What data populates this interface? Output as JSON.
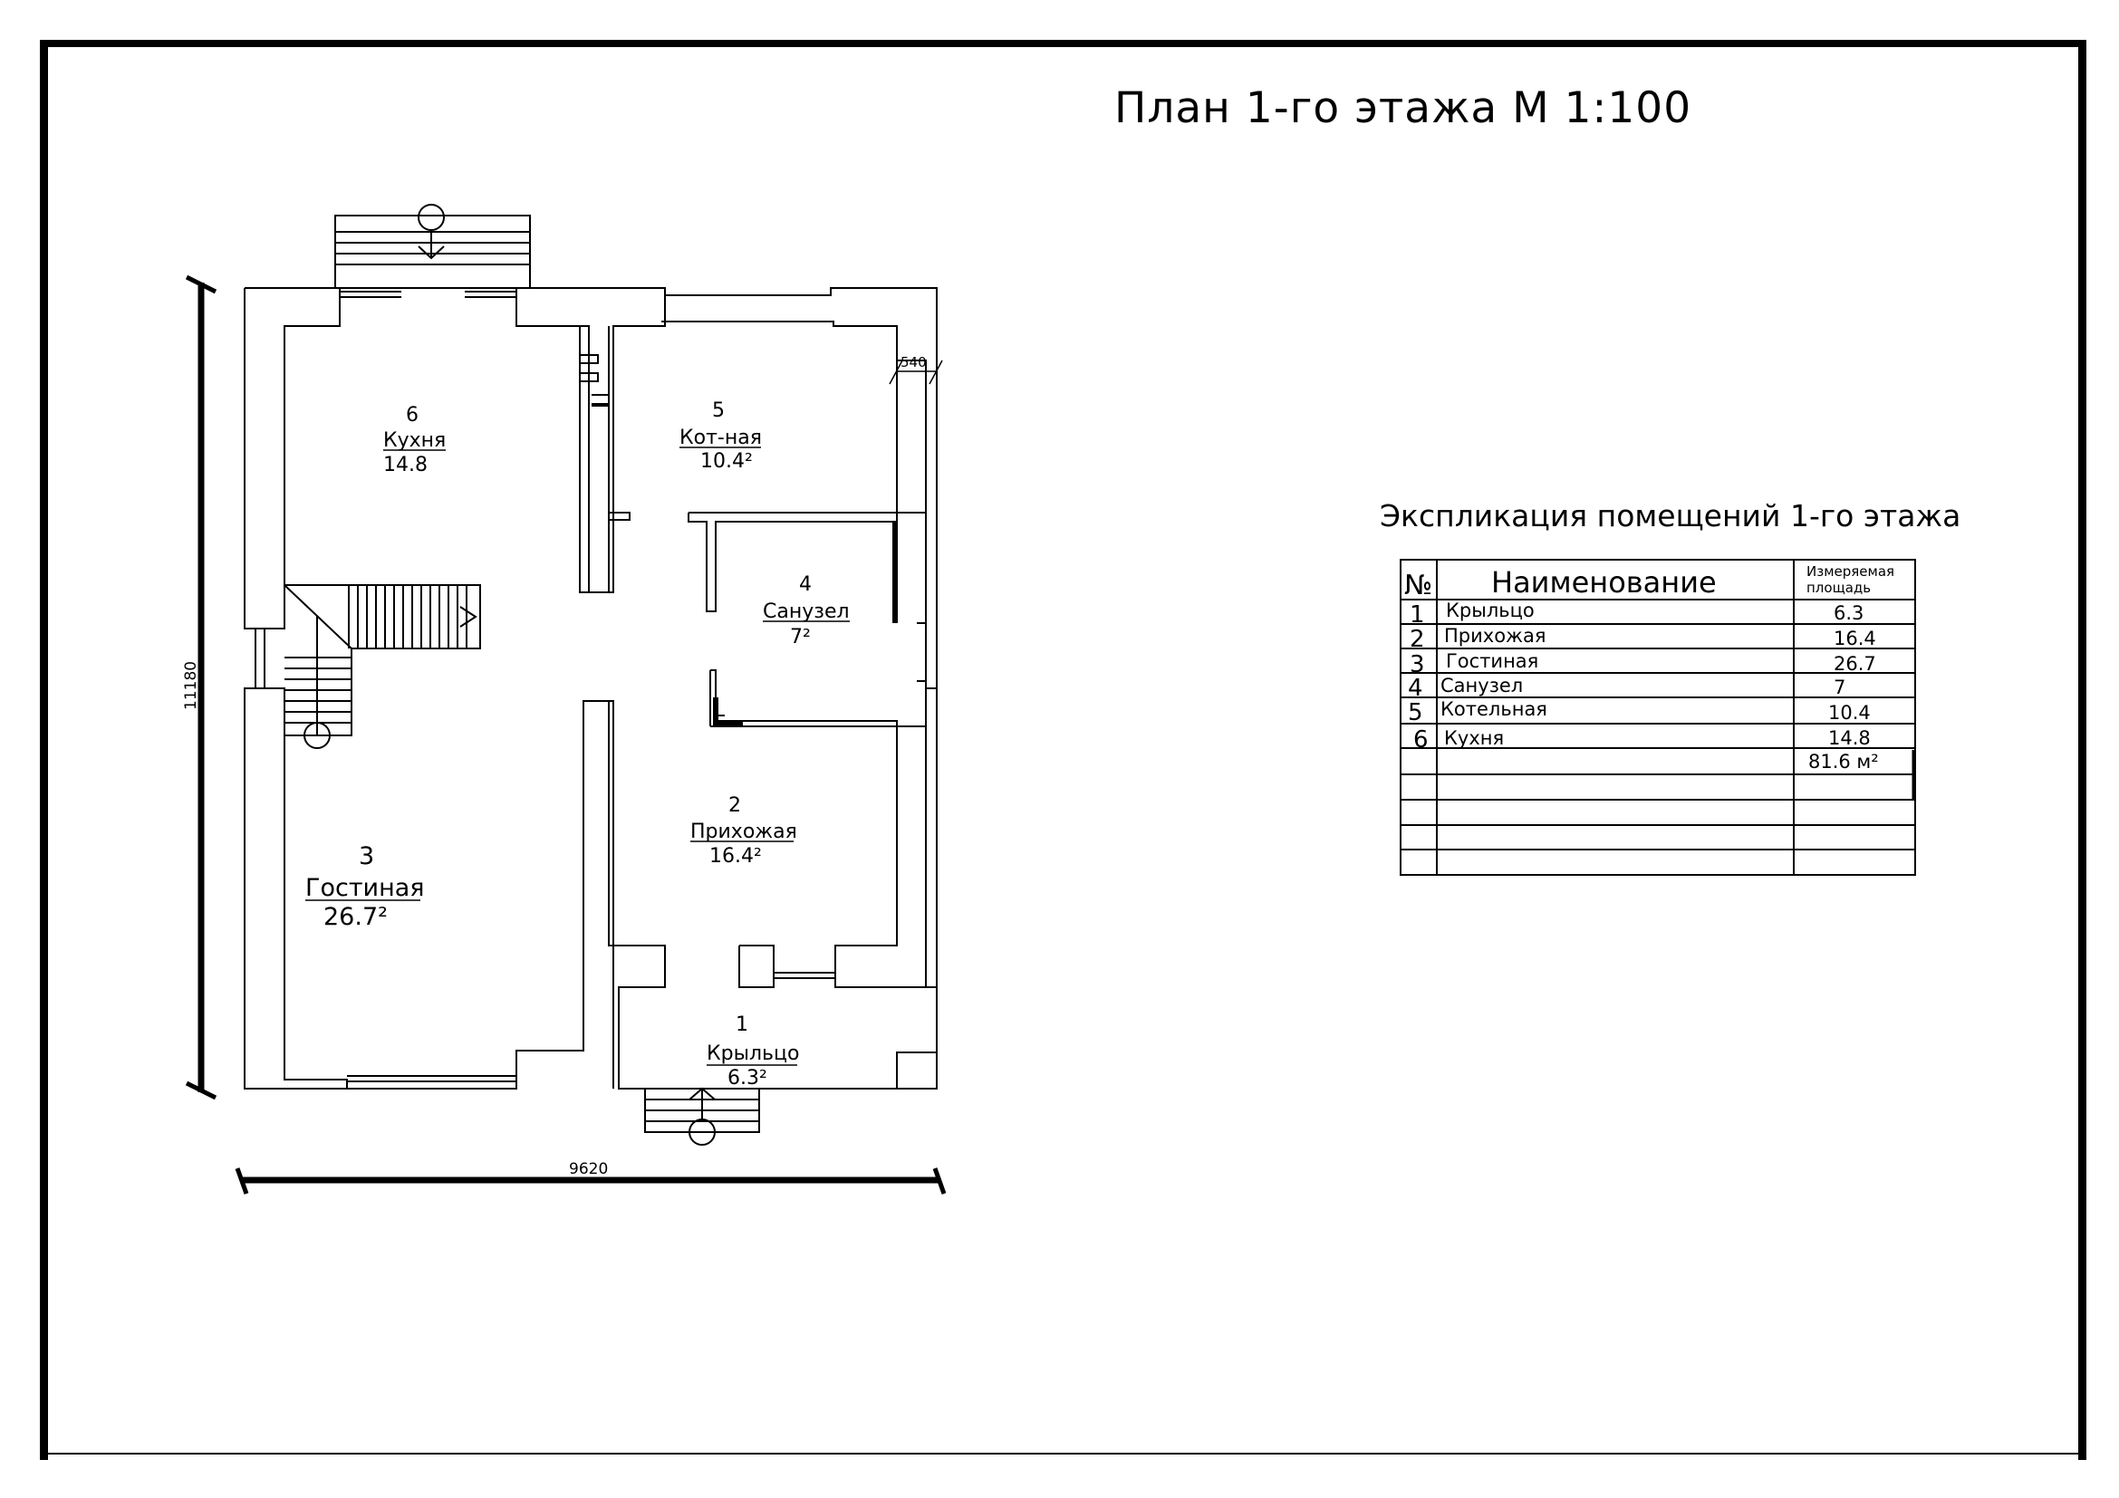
{
  "title": "План 1-го этажа М 1:100",
  "dimensions": {
    "height": "11180",
    "width": "9620",
    "wall": "540"
  },
  "rooms": [
    {
      "number": "1",
      "name": "Крыльцо",
      "area": "6.3²"
    },
    {
      "number": "2",
      "name": "Прихожая",
      "area": "16.4²"
    },
    {
      "number": "3",
      "name": "Гостиная",
      "area": "26.7²"
    },
    {
      "number": "4",
      "name": "Санузел",
      "area": "7²"
    },
    {
      "number": "5",
      "name": "Кот-ная",
      "area": "10.4²"
    },
    {
      "number": "6",
      "name": "Кухня",
      "area": "14.8"
    }
  ],
  "explication": {
    "title": "Экспликация помещений 1-го этажа",
    "headers": {
      "number": "№",
      "name": "Наименование",
      "area_line1": "Измеряемая",
      "area_line2": "площадь"
    },
    "rows": [
      {
        "number": "1",
        "name": "Крыльцо",
        "area": "6.3"
      },
      {
        "number": "2",
        "name": "Прихожая",
        "area": "16.4"
      },
      {
        "number": "3",
        "name": "Гостиная",
        "area": "26.7"
      },
      {
        "number": "4",
        "name": "Санузел",
        "area": "7"
      },
      {
        "number": "5",
        "name": "Котельная",
        "area": "10.4"
      },
      {
        "number": "6",
        "name": "Кухня",
        "area": "14.8"
      }
    ],
    "total": "81.6 м²"
  }
}
